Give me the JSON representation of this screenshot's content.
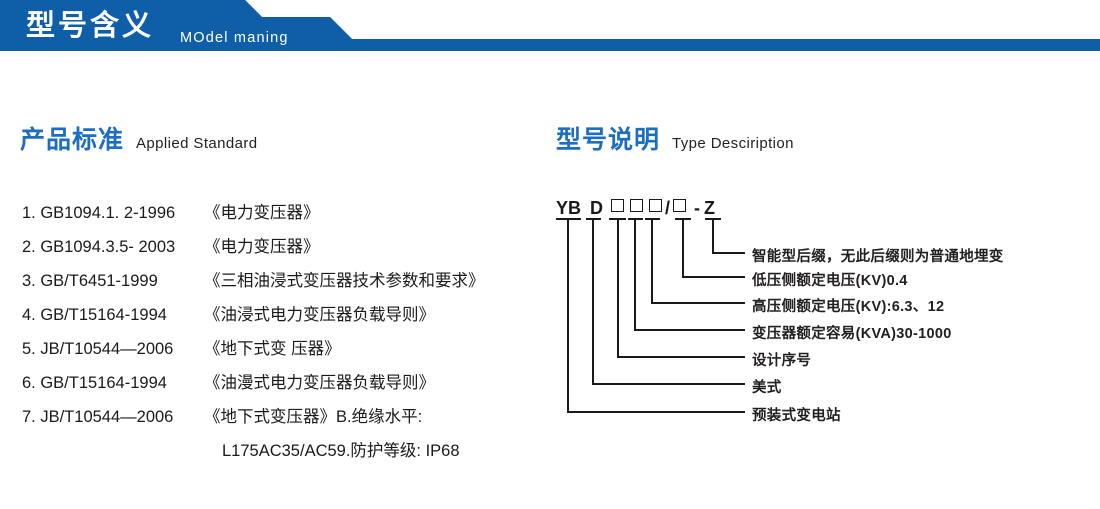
{
  "banner": {
    "title_cn": "型号含义",
    "title_en": "MOdel maning",
    "color": "#0e5fa8"
  },
  "sections": {
    "standard": {
      "cn": "产品标准",
      "en": "Applied Standard"
    },
    "type": {
      "cn": "型号说明",
      "en": "Type Desciription"
    }
  },
  "accent_color": "#1b6ec2",
  "standards": [
    {
      "code": "1. GB1094.1. 2-1996",
      "title": "《电力变压器》"
    },
    {
      "code": "2. GB1094.3.5- 2003",
      "title": "《电力变压器》"
    },
    {
      "code": "3. GB/T6451-1999",
      "title": "《三相油浸式变压器技术参数和要求》"
    },
    {
      "code": "4. GB/T15164-1994",
      "title": "《油浸式电力变压器负载导则》"
    },
    {
      "code": "5. JB/T10544—2006",
      "title": "《地下式变 压器》"
    },
    {
      "code": "6. GB/T15164-1994",
      "title": "《油漫式电力变压器负载导则》"
    },
    {
      "code": "7. JB/T10544—2006",
      "title": "《地下式变压器》B.绝缘水平:"
    }
  ],
  "standards_continuation": "L175AC35/AC59.防护等级: IP68",
  "model_code": {
    "parts": [
      "YB",
      "D",
      "box",
      "box",
      "box",
      "/",
      "box",
      "-",
      "Z"
    ],
    "text_prefix": "YB",
    "text_second": "D",
    "slash": "/",
    "dash": "-",
    "suffix": "Z"
  },
  "callouts": [
    {
      "label": "智能型后缀，无此后缀则为普通地埋变"
    },
    {
      "label": "低压侧额定电压(KV)0.4"
    },
    {
      "label": "高压侧额定电压(KV):6.3、12"
    },
    {
      "label": "变压器额定容易(KVA)30-1000"
    },
    {
      "label": "设计序号"
    },
    {
      "label": "美式"
    },
    {
      "label": "预装式变电站"
    }
  ]
}
